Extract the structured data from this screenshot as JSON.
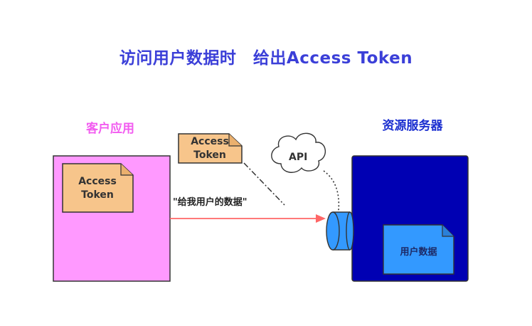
{
  "title": "访问用户数据时　给出Access Token",
  "client": {
    "label": "客户应用",
    "token_line1": "Access",
    "token_line2": "Token"
  },
  "floating_token": {
    "line1": "Access",
    "line2": "Token"
  },
  "request_label": "\"给我用户的数据\"",
  "api_label": "API",
  "server": {
    "label": "资源服务器",
    "data_label": "用户数据"
  },
  "colors": {
    "title": "#3b3fd8",
    "client_fill": "#ff99ff",
    "client_label": "#f25cf0",
    "note_fill": "#f7c58b",
    "server_fill": "#0000b3",
    "server_label": "#1b2fd0",
    "data_fill": "#3399ff",
    "arrow": "#ff6666",
    "cylinder": "#3399ff"
  }
}
